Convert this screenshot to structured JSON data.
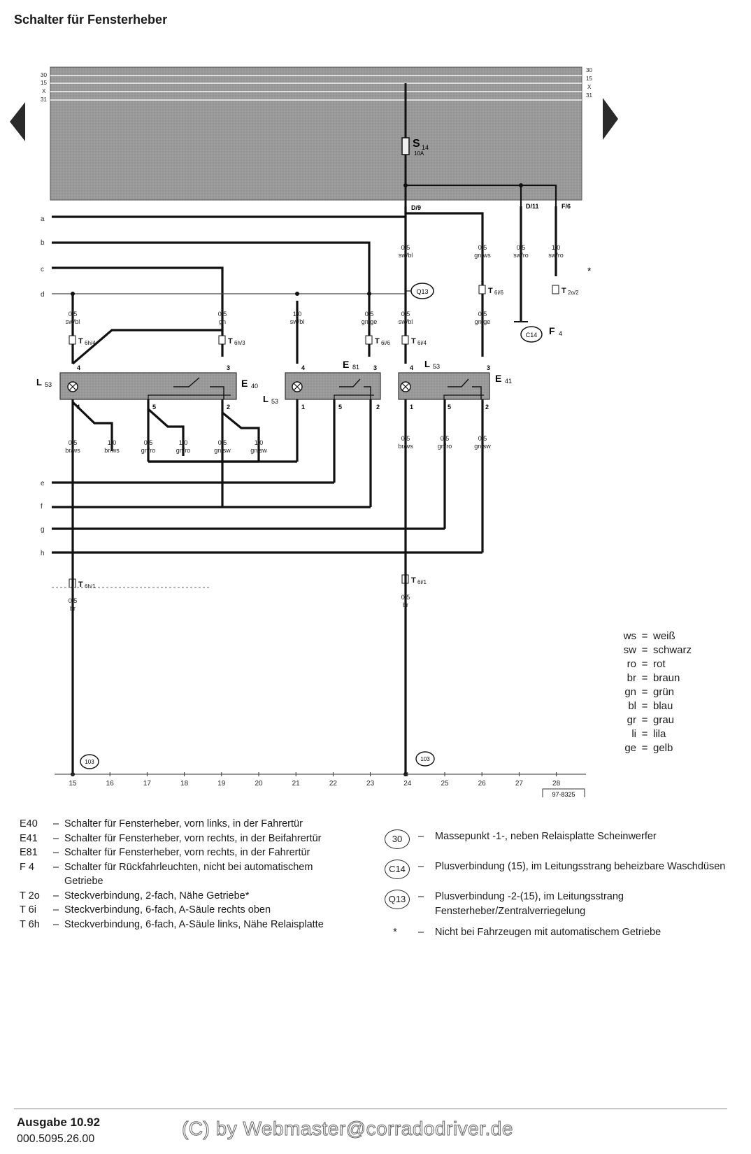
{
  "title": "Schalter für Fensterheber",
  "rails": {
    "top_left": [
      "30",
      "15",
      "X",
      "31"
    ],
    "top_right": [
      "30",
      "15",
      "X",
      "31"
    ]
  },
  "fuse": {
    "name": "S",
    "sub": "14",
    "rating": "10A"
  },
  "relay_pins": [
    "D/9",
    "D/11",
    "F/6"
  ],
  "left_side_lines": [
    "a",
    "b",
    "c",
    "d"
  ],
  "left_lower_lines": [
    "e",
    "f",
    "g",
    "h"
  ],
  "wires": {
    "w_sw_bl_d9": [
      "0,5",
      "sw/bl"
    ],
    "w_gn_ws": [
      "0,5",
      "gn/ws"
    ],
    "w_sw_ro_d11": [
      "0,5",
      "sw/ro"
    ],
    "w_sw_ro_f6": [
      "1,0",
      "sw/ro"
    ],
    "w_sw_bl_left": [
      "0,5",
      "sw/bl"
    ],
    "w_gn": [
      "0,5",
      "gn"
    ],
    "w_sw_bl_mid": [
      "1,0",
      "sw/bl"
    ],
    "w_gn_ge": [
      "0,5",
      "gn/ge"
    ],
    "w_sw_bl_right": [
      "0,5",
      "sw/bl"
    ],
    "w_gn_ge_r": [
      "0,5",
      "gn/ge"
    ],
    "w_br_ws_l": [
      "0,5",
      "br/ws"
    ],
    "w_br_ws_l2": [
      "1,0",
      "br/ws"
    ],
    "w_gn_ro_l": [
      "0,5",
      "gn/ro"
    ],
    "w_gn_ro_l2": [
      "1,0",
      "gn/ro"
    ],
    "w_gn_sw_l": [
      "0,5",
      "gn/sw"
    ],
    "w_gn_sw_l2": [
      "1,0",
      "gn/sw"
    ],
    "w_br_ws_r": [
      "0,5",
      "br/ws"
    ],
    "w_gn_ro_r": [
      "0,5",
      "gn/ro"
    ],
    "w_gn_sw_r": [
      "0,5",
      "gn/sw"
    ],
    "w_br_l": [
      "0,5",
      "br"
    ],
    "w_br_r": [
      "0,5",
      "br"
    ]
  },
  "connectors": {
    "t6h4": [
      "T",
      "6h/4"
    ],
    "t6h3": [
      "T",
      "6h/3"
    ],
    "t6i6": [
      "T",
      "6i/6"
    ],
    "t6i4": [
      "T",
      "6i/4"
    ],
    "t6i6b": [
      "T",
      "6i/6"
    ],
    "t2o2": [
      "T",
      "2o/2"
    ],
    "t6h1": [
      "T",
      "6h/1"
    ],
    "t6i1": [
      "T",
      "6i/1"
    ]
  },
  "components": {
    "e40": [
      "E",
      "40"
    ],
    "e81": [
      "E",
      "81"
    ],
    "e41": [
      "E",
      "41"
    ],
    "f4": [
      "F",
      "4"
    ],
    "l53": [
      "L",
      "53"
    ]
  },
  "pins": {
    "p4": "4",
    "p3": "3",
    "p1": "1",
    "p5": "5",
    "p2": "2"
  },
  "nodes": {
    "q13": "Q13",
    "c14": "C14",
    "g103": "103"
  },
  "asterisk": "*",
  "tracks": [
    "15",
    "16",
    "17",
    "18",
    "19",
    "20",
    "21",
    "22",
    "23",
    "24",
    "25",
    "26",
    "27",
    "28"
  ],
  "ref_code": "97-8325",
  "color_legend": [
    {
      "code": "ws",
      "name": "weiß"
    },
    {
      "code": "sw",
      "name": "schwarz"
    },
    {
      "code": "ro",
      "name": "rot"
    },
    {
      "code": "br",
      "name": "braun"
    },
    {
      "code": "gn",
      "name": "grün"
    },
    {
      "code": "bl",
      "name": "blau"
    },
    {
      "code": "gr",
      "name": "grau"
    },
    {
      "code": "li",
      "name": "lila"
    },
    {
      "code": "ge",
      "name": "gelb"
    }
  ],
  "key_left": [
    {
      "code": "E40",
      "text": "Schalter für Fensterheber, vorn links, in der Fahrertür"
    },
    {
      "code": "E41",
      "text": "Schalter für Fensterheber, vorn rechts, in der Beifahrertür"
    },
    {
      "code": "E81",
      "text": "Schalter für Fensterheber, vorn rechts, in der Fahrertür"
    },
    {
      "code": "F 4",
      "text": "Schalter für Rückfahrleuchten, nicht bei automatischem Getriebe"
    },
    {
      "code": "T 2o",
      "text": "Steckverbindung, 2-fach, Nähe Getriebe*"
    },
    {
      "code": "T 6i",
      "text": "Steckverbindung, 6-fach, A-Säule rechts oben"
    },
    {
      "code": "T 6h",
      "text": "Steckverbindung, 6-fach, A-Säule links, Nähe Relaisplatte"
    }
  ],
  "key_right": [
    {
      "code": "30",
      "text": "Massepunkt -1-, neben Relaisplatte Scheinwerfer"
    },
    {
      "code": "C14",
      "text": "Plusverbindung (15), im Leitungsstrang beheizbare Waschdüsen"
    },
    {
      "code": "Q13",
      "text": "Plusverbindung -2-(15), im Leitungsstrang Fensterheber/Zentralverriegelung"
    },
    {
      "code": "*",
      "text": "Nicht bei Fahrzeugen mit automatischem Getriebe"
    }
  ],
  "key_dash": "–",
  "color_eq": "=",
  "footer": {
    "edition": "Ausgabe 10.92",
    "number": "000.5095.26.00"
  },
  "watermark": "(C) by Webmaster@corradodriver.de"
}
